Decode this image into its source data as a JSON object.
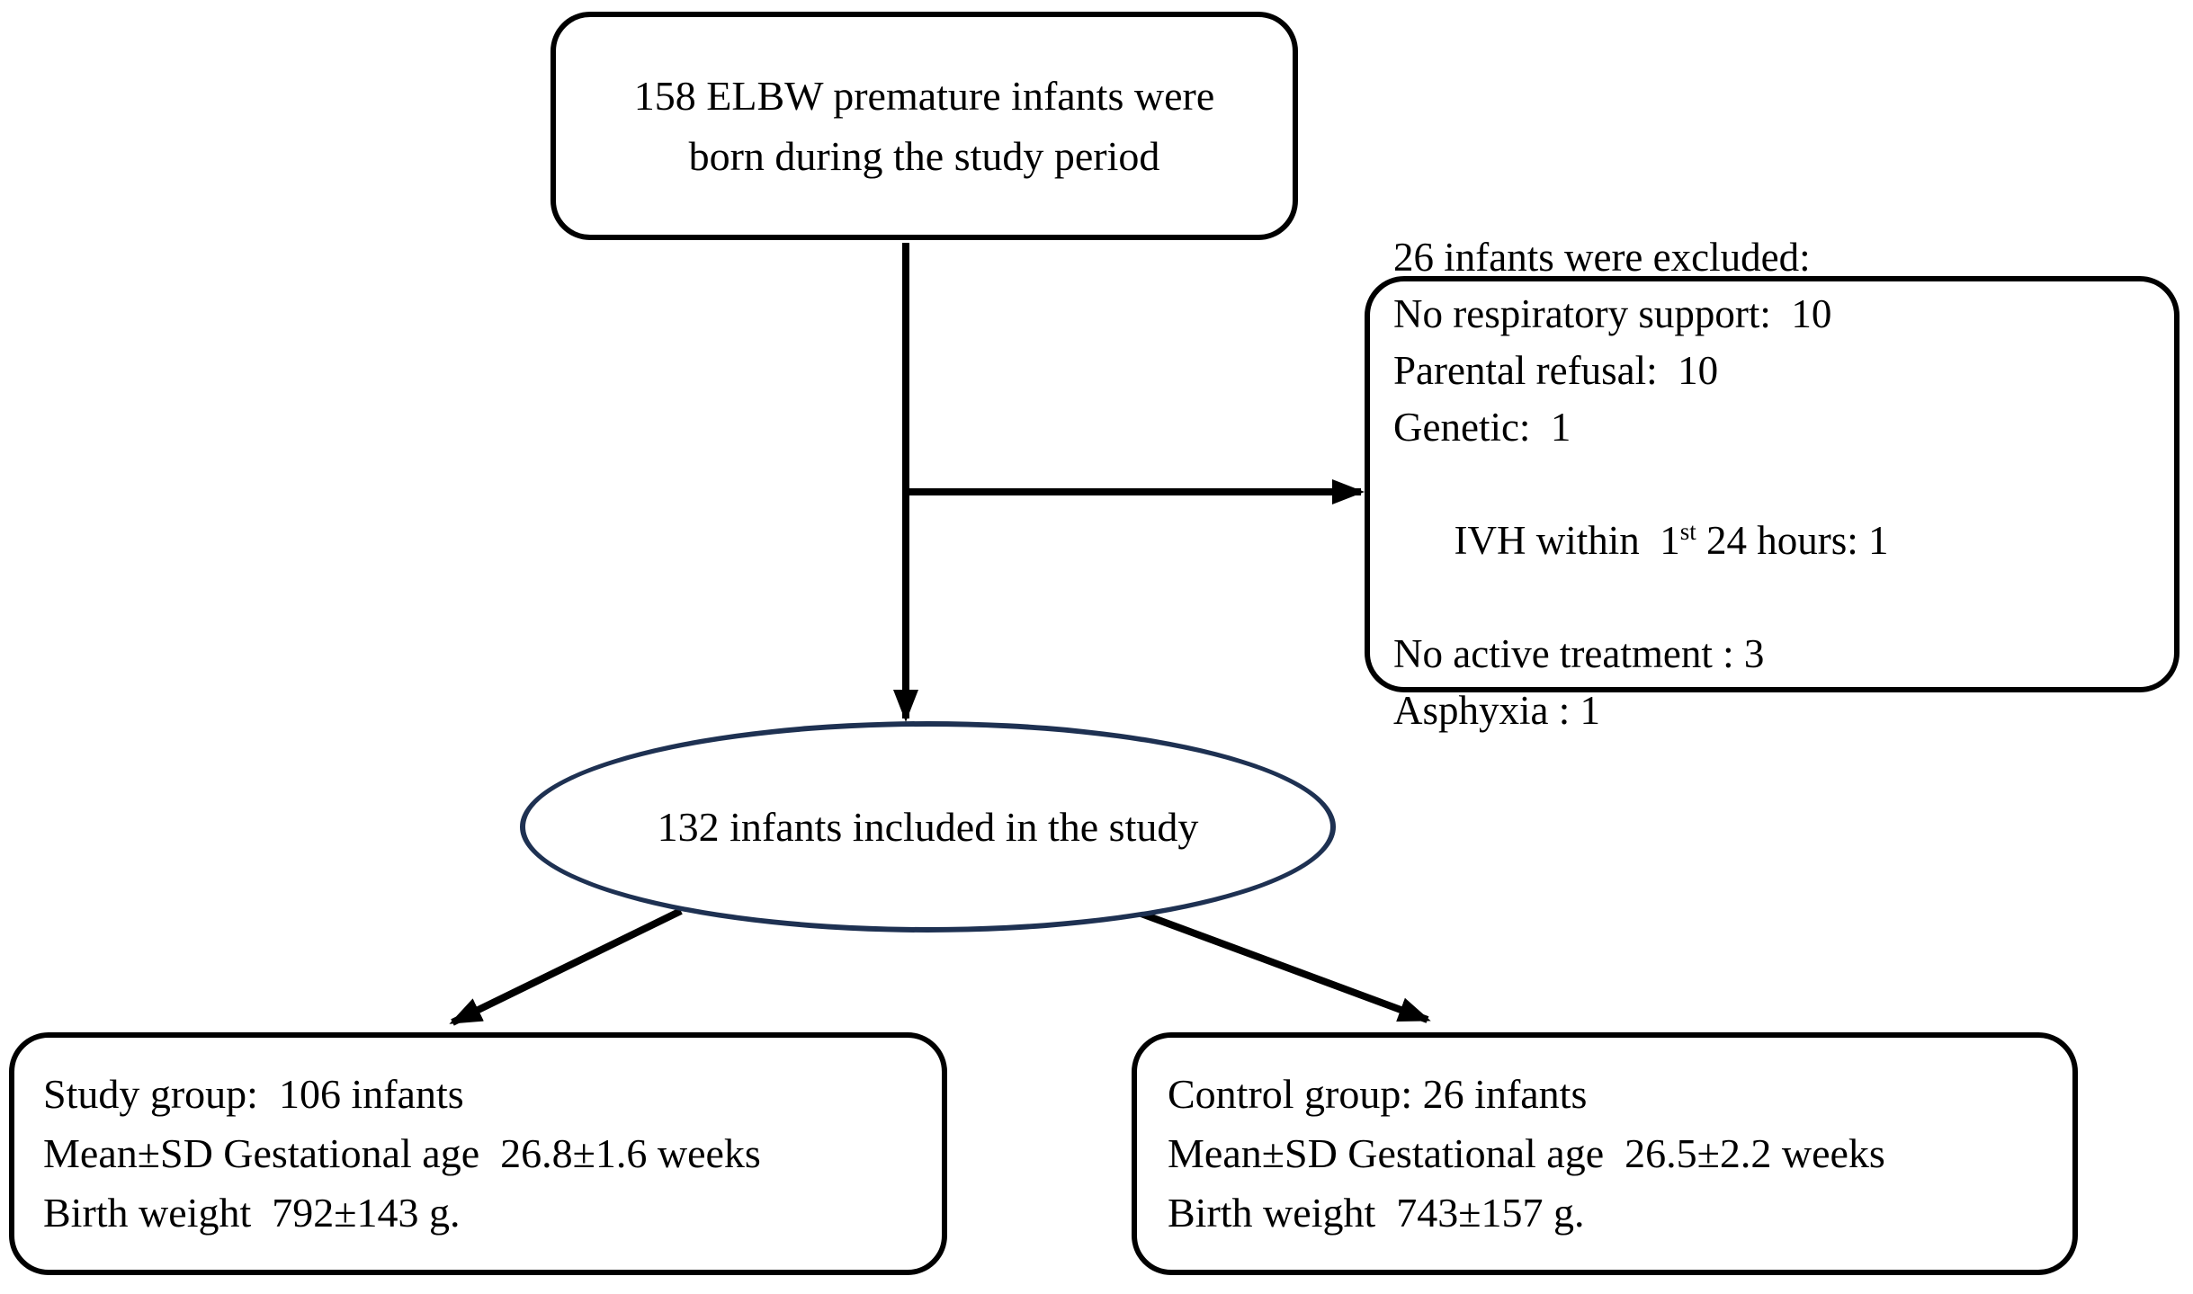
{
  "colors": {
    "box_border": "#000000",
    "arrow": "#000000",
    "ellipse_border": "#1e3152",
    "text": "#000000",
    "background": "#ffffff"
  },
  "top_box": {
    "line1": "158 ELBW premature infants were",
    "line2": "born during the study period"
  },
  "exclusion_box": {
    "title": "26 infants were excluded:",
    "no_respiratory_support": "No respiratory support:  10",
    "parental_refusal": "Parental refusal:  10",
    "genetic": "Genetic:  1",
    "ivh_prefix": "IVH within  1",
    "ivh_superscript": "st",
    "ivh_suffix": " 24 hours: 1",
    "no_active_treatment": "No active treatment : 3",
    "asphyxia": "Asphyxia : 1"
  },
  "ellipse": {
    "label": "132 infants included in the study"
  },
  "study_group_box": {
    "line1": "Study group:  106 infants",
    "line2": "Mean±SD Gestational age  26.8±1.6 weeks",
    "line3": "Birth weight  792±143 g."
  },
  "control_group_box": {
    "line1": "Control group: 26 infants",
    "line2": "Mean±SD Gestational age  26.5±2.2 weeks",
    "line3": "Birth weight  743±157 g."
  }
}
